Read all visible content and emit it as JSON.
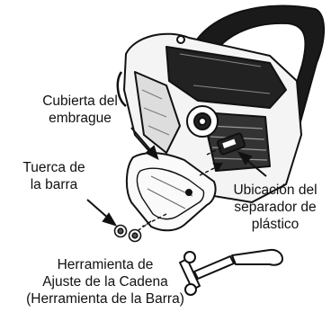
{
  "labels": {
    "clutch_cover": [
      "Cubierta del",
      "embrague"
    ],
    "bar_nut": [
      "Tuerca de",
      "la barra"
    ],
    "spacer_location": [
      "Ubicación del",
      "separador de",
      "plástico"
    ],
    "tool": [
      "Herramienta de",
      "Ajuste de la Cadena",
      "(Herramienta de la Barra)"
    ]
  }
}
